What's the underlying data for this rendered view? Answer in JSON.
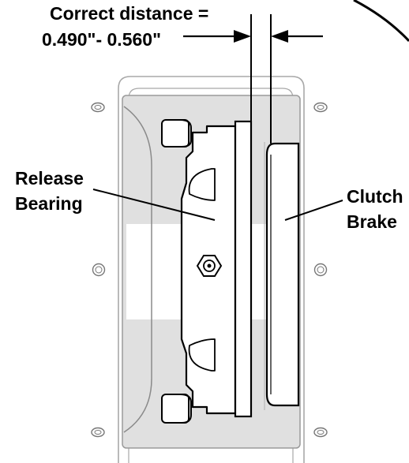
{
  "labels": {
    "distance_line_1": "Correct distance =",
    "distance_line_2": "0.490\"- 0.560\"",
    "release_line_1": "Release",
    "release_line_2": "Bearing",
    "clutch_line_1": "Clutch",
    "clutch_line_2": "Brake"
  },
  "colors": {
    "housing_fill": "#e0e0e0",
    "outline": "#000000",
    "housing_outline": "#9a9a9a",
    "background": "#ffffff"
  }
}
